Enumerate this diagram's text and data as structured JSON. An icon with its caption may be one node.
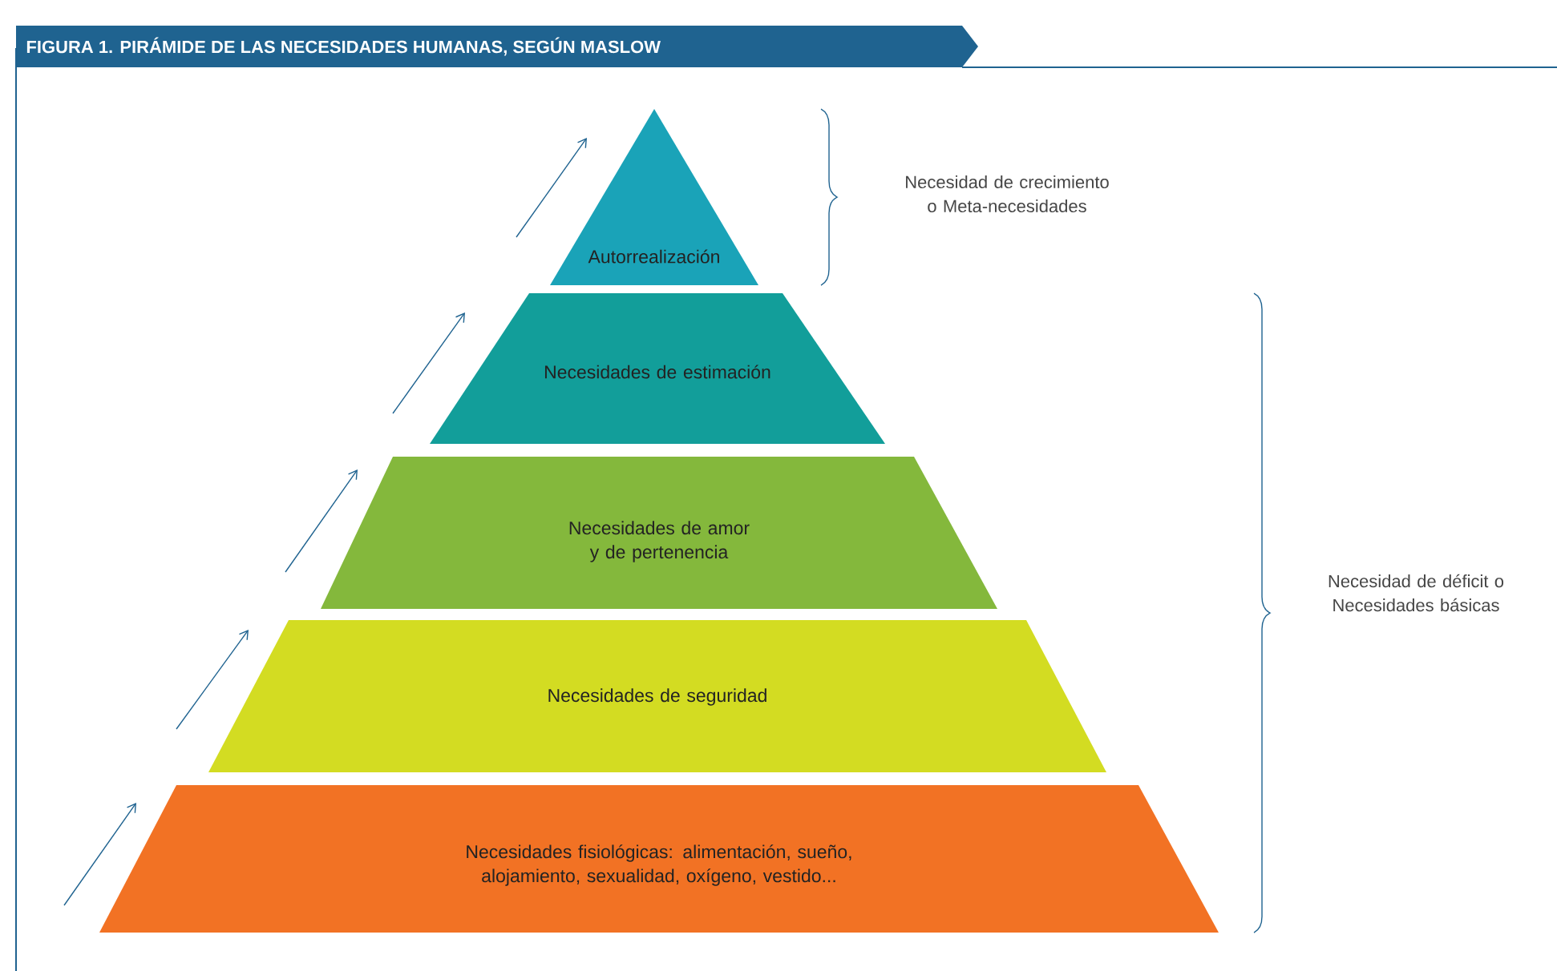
{
  "diagram": {
    "title": "FIGURA 1. PIRÁMIDE DE LAS NECESIDADES HUMANAS, SEGÚN MASLOW",
    "nodes": [
      {
        "text": [
          "Autorrealización"
        ]
      },
      {
        "text": [
          "Necesidades de estimación"
        ]
      },
      {
        "text": [
          "Necesidades de amor y de pertenencia"
        ]
      },
      {
        "text": [
          "Necesidades de seguridad"
        ]
      },
      {
        "text": [
          "Necesidades fisiológicas: alimentación, sueño, alojamiento, sexualidad, oxígeno, vestido..."
        ]
      }
    ],
    "labels": [
      "Necesidad de crecimiento o Meta-necesidades",
      "Necesidad de déficit o Necesidades básicas"
    ]
  }
}
